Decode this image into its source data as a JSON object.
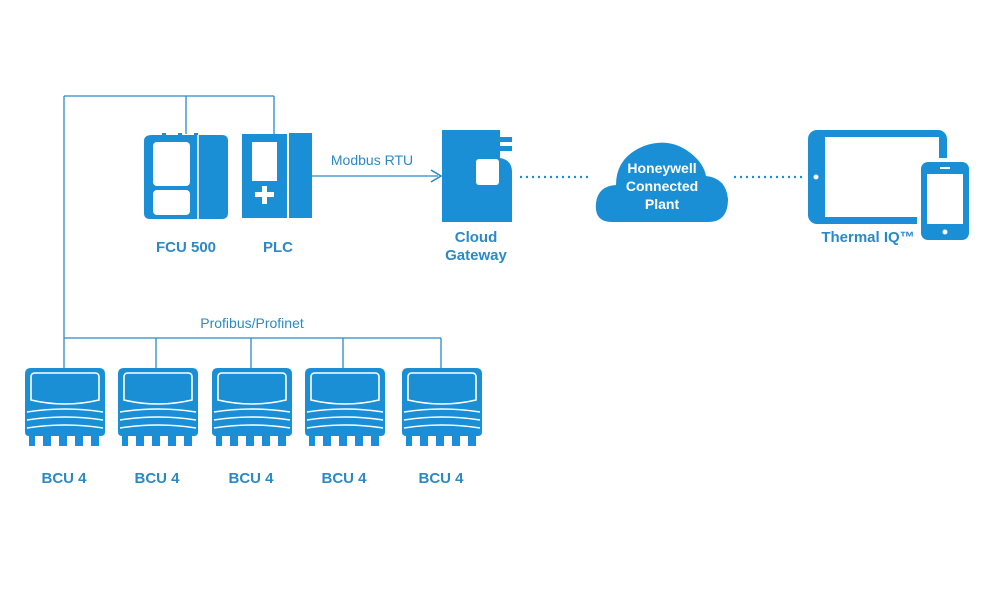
{
  "colors": {
    "device": "#1a8fd6",
    "label": "#2a8ac6",
    "line": "#2a8ac6",
    "background": "#ffffff"
  },
  "nodes": {
    "fcu": {
      "label": "FCU 500",
      "icon": "fcu-controller-icon"
    },
    "plc": {
      "label": "PLC",
      "icon": "plc-icon"
    },
    "gateway": {
      "label_line1": "Cloud",
      "label_line2": "Gateway",
      "icon": "cloud-gateway-icon"
    },
    "cloud": {
      "line1": "Honeywell",
      "line2": "Connected",
      "line3": "Plant",
      "icon": "cloud-icon"
    },
    "thermal": {
      "label": "Thermal IQ™",
      "icon": "tablet-phone-icon"
    }
  },
  "connections": {
    "modbus": "Modbus RTU",
    "profibus": "Profibus/Profinet"
  },
  "bcus": [
    {
      "label": "BCU 4"
    },
    {
      "label": "BCU 4"
    },
    {
      "label": "BCU 4"
    },
    {
      "label": "BCU 4"
    },
    {
      "label": "BCU 4"
    }
  ]
}
